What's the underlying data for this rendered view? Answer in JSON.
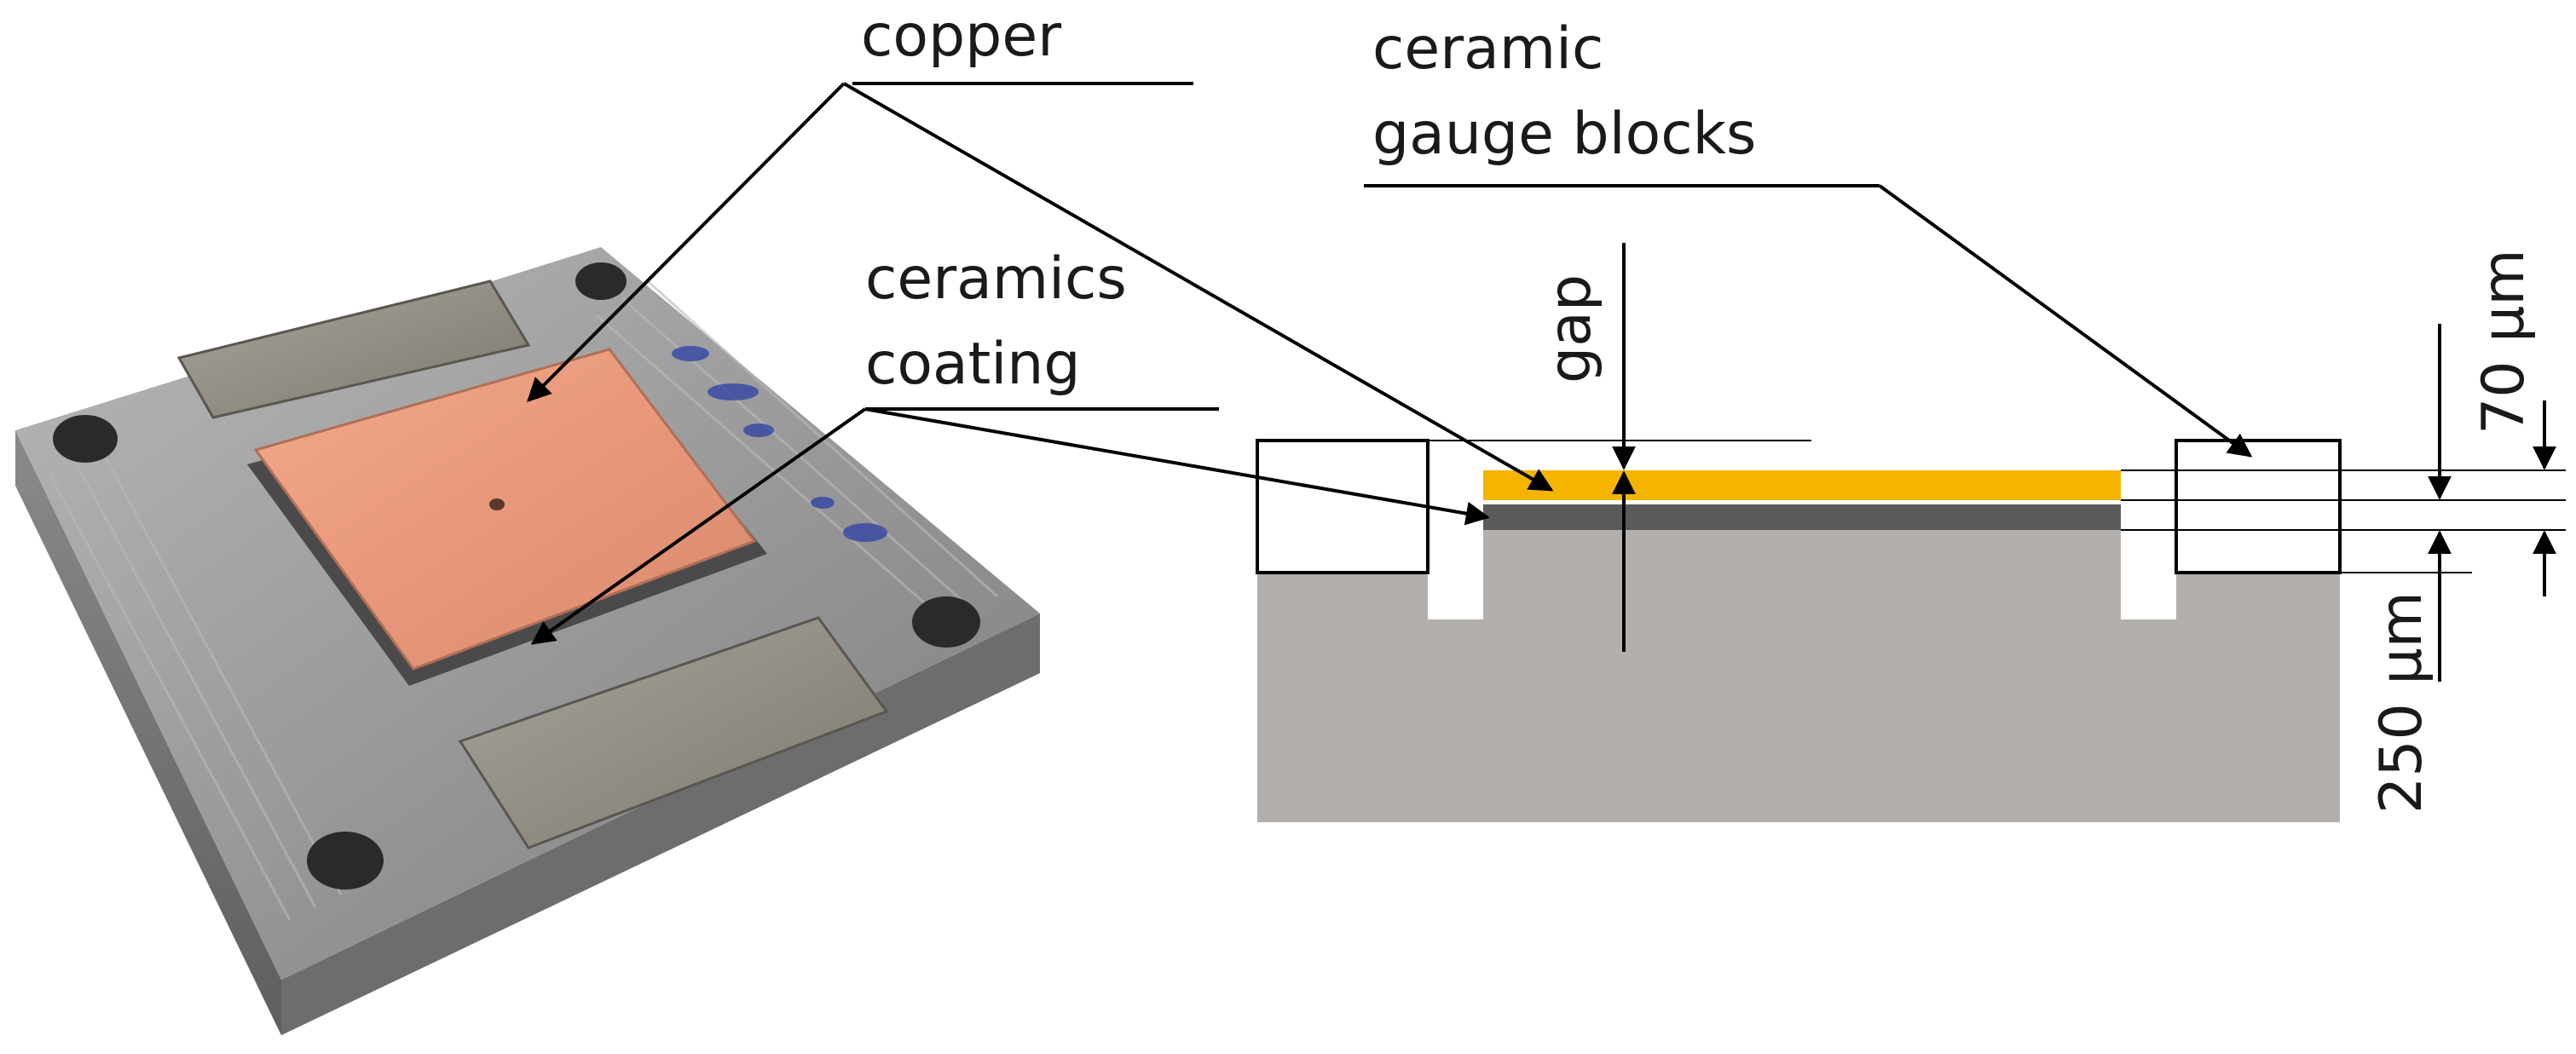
{
  "labels": {
    "copper": "copper",
    "ceramic_gauge_blocks_line1": "ceramic",
    "ceramic_gauge_blocks_line2": "gauge blocks",
    "ceramics_coating_line1": "ceramics",
    "ceramics_coating_line2": "coating",
    "gap": "gap",
    "dim_70": "70 µm",
    "dim_250": "250 µm"
  },
  "colors": {
    "copper_layer": "#f5b400",
    "coating_layer": "#5a5a5a",
    "substrate": "#b3afac",
    "copper_plate_photo": "#e89a7a",
    "steel_photo": "#9a9a9a"
  }
}
